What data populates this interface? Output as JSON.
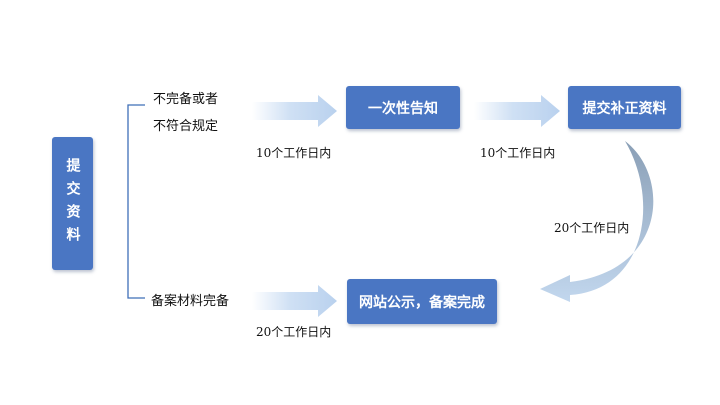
{
  "nodes": {
    "submit": "提交资料",
    "notice": "一次性告知",
    "supplement": "提交补正资料",
    "publish": "网站公示，备案完成"
  },
  "conditions": {
    "incomplete_line1": "不完备或者",
    "incomplete_line2": "不符合规定",
    "complete": "备案材料完备"
  },
  "durations": {
    "to_notice": "10个工作日内",
    "to_supplement": "10个工作日内",
    "after_supplement": "20个工作日内",
    "to_publish": "20个工作日内"
  },
  "colors": {
    "box": "#4a76c3",
    "arrow_light": "#bcd4ee",
    "curve_dark": "#8ba3bd",
    "bracket": "#3f6fb8"
  }
}
